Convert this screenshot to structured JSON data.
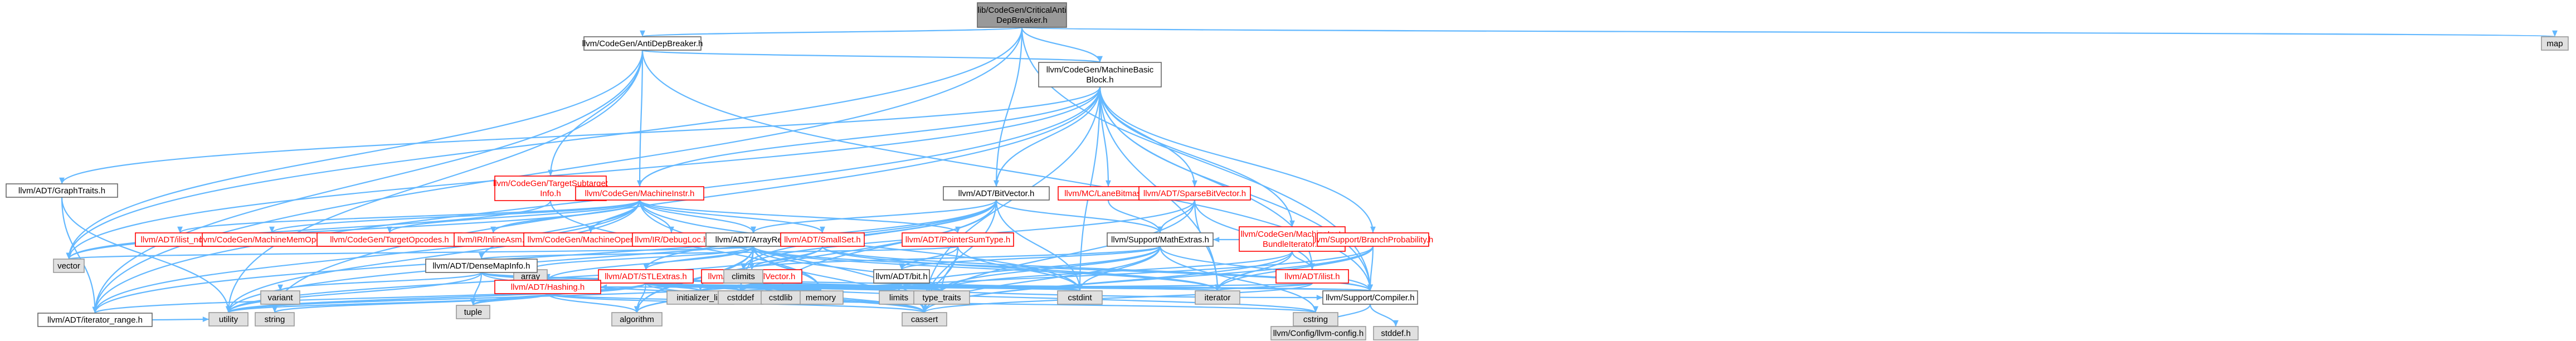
{
  "graph": {
    "title": "lib/CodeGen/CriticalAntiDepBreaker.h",
    "nodes": [
      {
        "id": "root",
        "lines": [
          "lib/CodeGen/CriticalAnti",
          "DepBreaker.h"
        ],
        "kind": "root"
      },
      {
        "id": "antidep",
        "lines": [
          "llvm/CodeGen/AntiDepBreaker.h"
        ],
        "kind": "internal"
      },
      {
        "id": "map",
        "lines": [
          "map"
        ],
        "kind": "leaf"
      },
      {
        "id": "mbb",
        "lines": [
          "llvm/CodeGen/MachineBasic",
          "Block.h"
        ],
        "kind": "internal"
      },
      {
        "id": "graphtraits",
        "lines": [
          "llvm/ADT/GraphTraits.h"
        ],
        "kind": "internal"
      },
      {
        "id": "tsi",
        "lines": [
          "llvm/CodeGen/TargetSubtarget",
          "Info.h"
        ],
        "kind": "missing"
      },
      {
        "id": "mi",
        "lines": [
          "llvm/CodeGen/MachineInstr.h"
        ],
        "kind": "missing"
      },
      {
        "id": "bitvector",
        "lines": [
          "llvm/ADT/BitVector.h"
        ],
        "kind": "internal"
      },
      {
        "id": "lanebitmask",
        "lines": [
          "llvm/MC/LaneBitmask.h"
        ],
        "kind": "missing"
      },
      {
        "id": "sparsebv",
        "lines": [
          "llvm/ADT/SparseBitVector.h"
        ],
        "kind": "missing"
      },
      {
        "id": "ilistnode",
        "lines": [
          "llvm/ADT/ilist_node.h"
        ],
        "kind": "missing"
      },
      {
        "id": "mmo",
        "lines": [
          "llvm/CodeGen/MachineMemOperand.h"
        ],
        "kind": "missing"
      },
      {
        "id": "tgtopcodes",
        "lines": [
          "llvm/CodeGen/TargetOpcodes.h"
        ],
        "kind": "missing"
      },
      {
        "id": "inlineasm",
        "lines": [
          "llvm/IR/InlineAsm.h"
        ],
        "kind": "missing"
      },
      {
        "id": "mop",
        "lines": [
          "llvm/CodeGen/MachineOperand.h"
        ],
        "kind": "missing"
      },
      {
        "id": "debugloc",
        "lines": [
          "llvm/IR/DebugLoc.h"
        ],
        "kind": "missing"
      },
      {
        "id": "arrayref",
        "lines": [
          "llvm/ADT/ArrayRef.h"
        ],
        "kind": "internal"
      },
      {
        "id": "smallset",
        "lines": [
          "llvm/ADT/SmallSet.h"
        ],
        "kind": "missing"
      },
      {
        "id": "pst",
        "lines": [
          "llvm/ADT/PointerSumType.h"
        ],
        "kind": "missing"
      },
      {
        "id": "mathextras",
        "lines": [
          "llvm/Support/MathExtras.h"
        ],
        "kind": "internal"
      },
      {
        "id": "mibundle",
        "lines": [
          "llvm/CodeGen/MachineInstr",
          "BundleIterator.h"
        ],
        "kind": "missing"
      },
      {
        "id": "branchprob",
        "lines": [
          "llvm/Support/BranchProbability.h"
        ],
        "kind": "missing"
      },
      {
        "id": "vector",
        "lines": [
          "vector"
        ],
        "kind": "leaf"
      },
      {
        "id": "array",
        "lines": [
          "array"
        ],
        "kind": "leaf"
      },
      {
        "id": "densemapinfo",
        "lines": [
          "llvm/ADT/DenseMapInfo.h"
        ],
        "kind": "internal"
      },
      {
        "id": "stlextras",
        "lines": [
          "llvm/ADT/STLExtras.h"
        ],
        "kind": "missing"
      },
      {
        "id": "smallvector",
        "lines": [
          "llvm/ADT/SmallVector.h"
        ],
        "kind": "missing"
      },
      {
        "id": "bit",
        "lines": [
          "llvm/ADT/bit.h"
        ],
        "kind": "internal"
      },
      {
        "id": "climits",
        "lines": [
          "climits"
        ],
        "kind": "leaf"
      },
      {
        "id": "ilist",
        "lines": [
          "llvm/ADT/ilist.h"
        ],
        "kind": "missing"
      },
      {
        "id": "compiler",
        "lines": [
          "llvm/Support/Compiler.h"
        ],
        "kind": "internal"
      },
      {
        "id": "iterrange",
        "lines": [
          "llvm/ADT/iterator_range.h"
        ],
        "kind": "internal"
      },
      {
        "id": "hashing",
        "lines": [
          "llvm/ADT/Hashing.h"
        ],
        "kind": "missing"
      },
      {
        "id": "variant",
        "lines": [
          "variant"
        ],
        "kind": "leaf"
      },
      {
        "id": "memory",
        "lines": [
          "memory"
        ],
        "kind": "leaf"
      },
      {
        "id": "initlist",
        "lines": [
          "initializer_list"
        ],
        "kind": "leaf"
      },
      {
        "id": "cstddef",
        "lines": [
          "cstddef"
        ],
        "kind": "leaf"
      },
      {
        "id": "cstdlib",
        "lines": [
          "cstdlib"
        ],
        "kind": "leaf"
      },
      {
        "id": "limits",
        "lines": [
          "limits"
        ],
        "kind": "leaf"
      },
      {
        "id": "typetraits",
        "lines": [
          "type_traits"
        ],
        "kind": "leaf"
      },
      {
        "id": "cstdint",
        "lines": [
          "cstdint"
        ],
        "kind": "leaf"
      },
      {
        "id": "iterator",
        "lines": [
          "iterator"
        ],
        "kind": "leaf"
      },
      {
        "id": "utility",
        "lines": [
          "utility"
        ],
        "kind": "leaf"
      },
      {
        "id": "string",
        "lines": [
          "string"
        ],
        "kind": "leaf"
      },
      {
        "id": "tuple",
        "lines": [
          "tuple"
        ],
        "kind": "leaf"
      },
      {
        "id": "algorithm",
        "lines": [
          "algorithm"
        ],
        "kind": "leaf"
      },
      {
        "id": "cassert",
        "lines": [
          "cassert"
        ],
        "kind": "leaf"
      },
      {
        "id": "cstring",
        "lines": [
          "cstring"
        ],
        "kind": "leaf"
      },
      {
        "id": "config",
        "lines": [
          "llvm/Config/llvm-config.h"
        ],
        "kind": "leaf"
      },
      {
        "id": "stddef",
        "lines": [
          "stddef.h"
        ],
        "kind": "leaf"
      }
    ],
    "edges": [
      [
        "root",
        "antidep"
      ],
      [
        "root",
        "map"
      ],
      [
        "root",
        "mbb"
      ],
      [
        "root",
        "bitvector"
      ],
      [
        "root",
        "compiler"
      ],
      [
        "root",
        "vector"
      ],
      [
        "root",
        "iterrange"
      ],
      [
        "antidep",
        "mbb"
      ],
      [
        "antidep",
        "tsi"
      ],
      [
        "antidep",
        "mi"
      ],
      [
        "antidep",
        "vector"
      ],
      [
        "antidep",
        "iterrange"
      ],
      [
        "antidep",
        "compiler"
      ],
      [
        "antidep",
        "utility"
      ],
      [
        "mbb",
        "graphtraits"
      ],
      [
        "mbb",
        "mi"
      ],
      [
        "mbb",
        "bitvector"
      ],
      [
        "mbb",
        "lanebitmask"
      ],
      [
        "mbb",
        "sparsebv"
      ],
      [
        "mbb",
        "mibundle"
      ],
      [
        "mbb",
        "branchprob"
      ],
      [
        "mbb",
        "ilist"
      ],
      [
        "mbb",
        "iterrange"
      ],
      [
        "mbb",
        "cassert"
      ],
      [
        "mbb",
        "cstdint"
      ],
      [
        "mbb",
        "iterator"
      ],
      [
        "mbb",
        "string"
      ],
      [
        "mbb",
        "compiler"
      ],
      [
        "mbb",
        "vector"
      ],
      [
        "graphtraits",
        "iterrange"
      ],
      [
        "graphtraits",
        "utility"
      ],
      [
        "tsi",
        "vector"
      ],
      [
        "tsi",
        "memory"
      ],
      [
        "mi",
        "ilistnode"
      ],
      [
        "mi",
        "mmo"
      ],
      [
        "mi",
        "tgtopcodes"
      ],
      [
        "mi",
        "inlineasm"
      ],
      [
        "mi",
        "mop"
      ],
      [
        "mi",
        "debugloc"
      ],
      [
        "mi",
        "arrayref"
      ],
      [
        "mi",
        "smallset"
      ],
      [
        "mi",
        "pst"
      ],
      [
        "mi",
        "densemapinfo"
      ],
      [
        "mi",
        "iterrange"
      ],
      [
        "mi",
        "cassert"
      ],
      [
        "mi",
        "cstdint"
      ],
      [
        "mi",
        "utility"
      ],
      [
        "mi",
        "vector"
      ],
      [
        "bitvector",
        "arrayref"
      ],
      [
        "bitvector",
        "stlextras"
      ],
      [
        "bitvector",
        "iterrange"
      ],
      [
        "bitvector",
        "mathextras"
      ],
      [
        "bitvector",
        "algorithm"
      ],
      [
        "bitvector",
        "cassert"
      ],
      [
        "bitvector",
        "climits"
      ],
      [
        "bitvector",
        "cstdint"
      ],
      [
        "bitvector",
        "cstdlib"
      ],
      [
        "bitvector",
        "utility"
      ],
      [
        "lanebitmask",
        "mathextras"
      ],
      [
        "sparsebv",
        "mathextras"
      ],
      [
        "sparsebv",
        "cassert"
      ],
      [
        "sparsebv",
        "climits"
      ],
      [
        "sparsebv",
        "iterator"
      ],
      [
        "sparsebv",
        "ilist"
      ],
      [
        "mibundle",
        "ilist"
      ],
      [
        "mibundle",
        "cassert"
      ],
      [
        "mibundle",
        "iterator"
      ],
      [
        "mibundle",
        "typetraits"
      ],
      [
        "branchprob",
        "mathextras"
      ],
      [
        "branchprob",
        "algorithm"
      ],
      [
        "branchprob",
        "cassert"
      ],
      [
        "branchprob",
        "iterator"
      ],
      [
        "branchprob",
        "compiler"
      ],
      [
        "arrayref",
        "hashing"
      ],
      [
        "arrayref",
        "smallvector"
      ],
      [
        "arrayref",
        "stlextras"
      ],
      [
        "arrayref",
        "compiler"
      ],
      [
        "arrayref",
        "algorithm"
      ],
      [
        "arrayref",
        "array"
      ],
      [
        "arrayref",
        "cassert"
      ],
      [
        "arrayref",
        "cstddef"
      ],
      [
        "arrayref",
        "initlist"
      ],
      [
        "arrayref",
        "iterator"
      ],
      [
        "arrayref",
        "memory"
      ],
      [
        "arrayref",
        "typetraits"
      ],
      [
        "arrayref",
        "vector"
      ],
      [
        "smallset",
        "smallvector"
      ],
      [
        "smallset",
        "iterator"
      ],
      [
        "smallset",
        "compiler"
      ],
      [
        "smallset",
        "utility"
      ],
      [
        "pst",
        "bit"
      ],
      [
        "pst",
        "densemapinfo"
      ],
      [
        "pst",
        "cassert"
      ],
      [
        "pst",
        "cstdint"
      ],
      [
        "pst",
        "typetraits"
      ],
      [
        "mathextras",
        "bit"
      ],
      [
        "mathextras",
        "compiler"
      ],
      [
        "mathextras",
        "cassert"
      ],
      [
        "mathextras",
        "climits"
      ],
      [
        "mathextras",
        "cstdint"
      ],
      [
        "mathextras",
        "cstring"
      ],
      [
        "mathextras",
        "limits"
      ],
      [
        "mathextras",
        "typetraits"
      ],
      [
        "densemapinfo",
        "cassert"
      ],
      [
        "densemapinfo",
        "cstddef"
      ],
      [
        "densemapinfo",
        "cstdint"
      ],
      [
        "densemapinfo",
        "tuple"
      ],
      [
        "densemapinfo",
        "typetraits"
      ],
      [
        "densemapinfo",
        "utility"
      ],
      [
        "densemapinfo",
        "variant"
      ],
      [
        "stlextras",
        "hashing"
      ],
      [
        "stlextras",
        "iterrange"
      ],
      [
        "stlextras",
        "compiler"
      ],
      [
        "stlextras",
        "algorithm"
      ],
      [
        "stlextras",
        "cassert"
      ],
      [
        "stlextras",
        "cstddef"
      ],
      [
        "stlextras",
        "cstdint"
      ],
      [
        "stlextras",
        "cstdlib"
      ],
      [
        "stlextras",
        "initlist"
      ],
      [
        "stlextras",
        "iterator"
      ],
      [
        "stlextras",
        "limits"
      ],
      [
        "stlextras",
        "memory"
      ],
      [
        "stlextras",
        "tuple"
      ],
      [
        "stlextras",
        "typetraits"
      ],
      [
        "stlextras",
        "utility"
      ],
      [
        "smallvector",
        "compiler"
      ],
      [
        "smallvector",
        "algorithm"
      ],
      [
        "smallvector",
        "cassert"
      ],
      [
        "smallvector",
        "cstddef"
      ],
      [
        "smallvector",
        "cstdlib"
      ],
      [
        "smallvector",
        "cstring"
      ],
      [
        "smallvector",
        "initlist"
      ],
      [
        "smallvector",
        "iterator"
      ],
      [
        "smallvector",
        "limits"
      ],
      [
        "smallvector",
        "memory"
      ],
      [
        "smallvector",
        "typetraits"
      ],
      [
        "smallvector",
        "utility"
      ],
      [
        "bit",
        "compiler"
      ],
      [
        "bit",
        "cstdint"
      ],
      [
        "bit",
        "limits"
      ],
      [
        "bit",
        "typetraits"
      ],
      [
        "bit",
        "cstdlib"
      ],
      [
        "ilist",
        "iterator"
      ],
      [
        "ilist",
        "cassert"
      ],
      [
        "ilist",
        "cstddef"
      ],
      [
        "compiler",
        "config"
      ],
      [
        "compiler",
        "stddef"
      ],
      [
        "iterrange",
        "utility"
      ],
      [
        "hashing",
        "compiler"
      ],
      [
        "hashing",
        "algorithm"
      ],
      [
        "hashing",
        "cassert"
      ],
      [
        "hashing",
        "cstring"
      ],
      [
        "hashing",
        "string"
      ],
      [
        "hashing",
        "tuple"
      ],
      [
        "hashing",
        "utility"
      ]
    ]
  }
}
